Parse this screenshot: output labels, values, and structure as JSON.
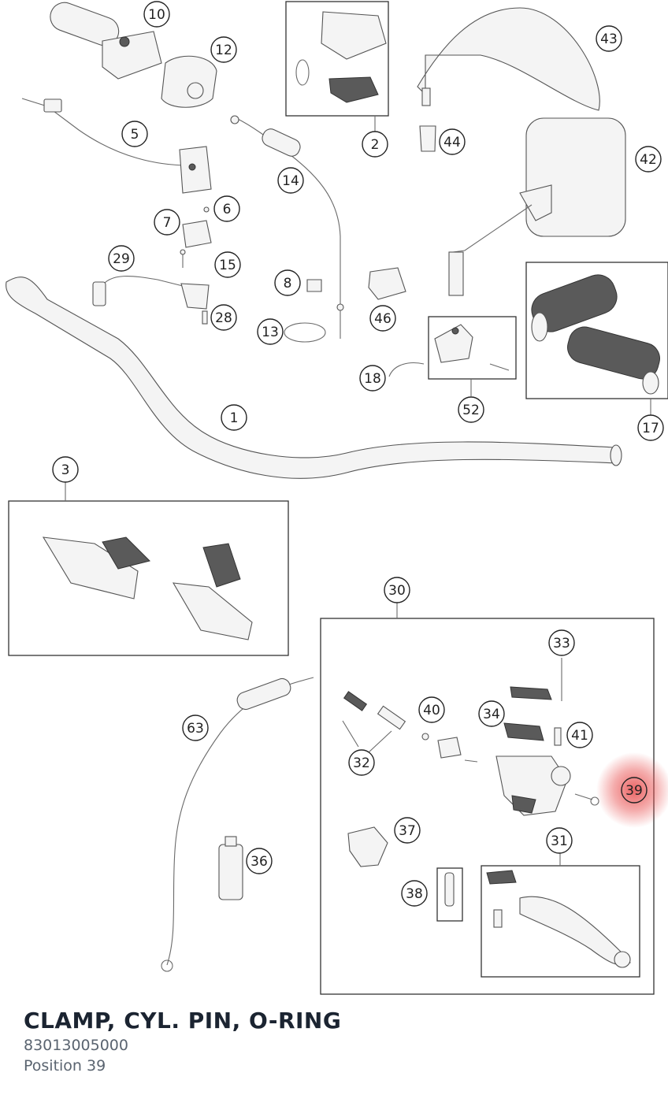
{
  "caption": {
    "title": "CLAMP, CYL. PIN, O-RING",
    "part_number": "83013005000",
    "position": "Position 39"
  },
  "highlight_color": "#e84a4a",
  "callouts": {
    "c1": "1",
    "c2": "2",
    "c3": "3",
    "c5": "5",
    "c6": "6",
    "c7": "7",
    "c8": "8",
    "c10": "10",
    "c12": "12",
    "c13": "13",
    "c14": "14",
    "c15": "15",
    "c17": "17",
    "c18": "18",
    "c28": "28",
    "c29": "29",
    "c30": "30",
    "c31": "31",
    "c32": "32",
    "c33": "33",
    "c34": "34",
    "c36": "36",
    "c37": "37",
    "c38": "38",
    "c39": "39",
    "c40": "40",
    "c41": "41",
    "c42": "42",
    "c43": "43",
    "c44": "44",
    "c46": "46",
    "c52": "52",
    "c63": "63"
  }
}
